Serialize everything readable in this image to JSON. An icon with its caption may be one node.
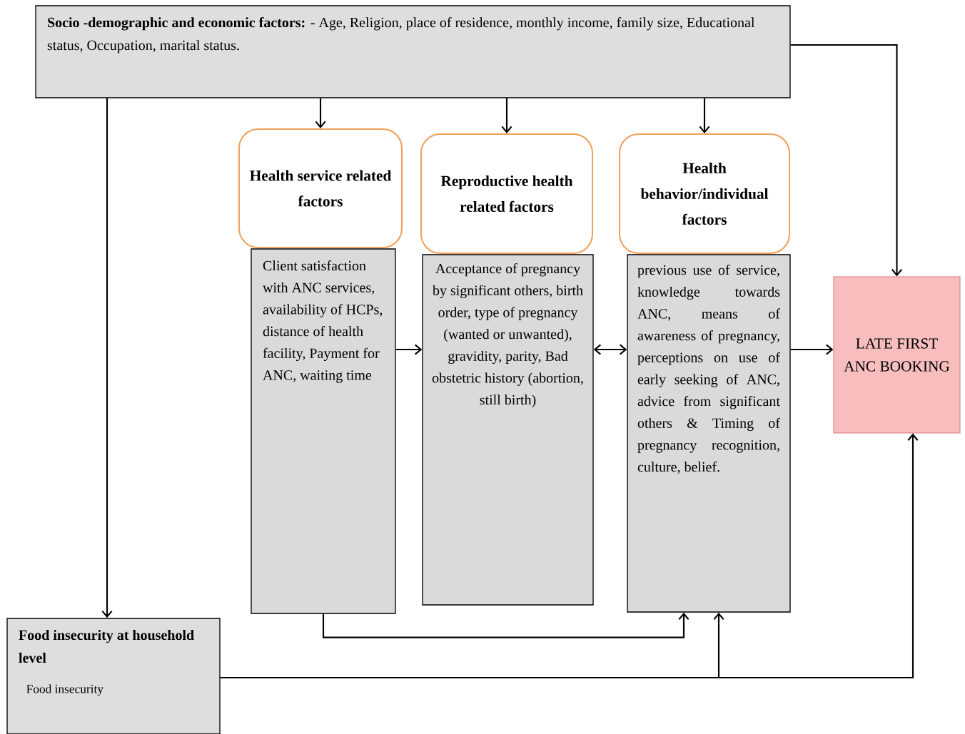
{
  "diagram": {
    "nodes": [
      {
        "text": [
          "**Socio -demographic and economic factors:** - Age, Religion, place of residence, monthly income, family size, Educational status, Occupation, marital status."
        ]
      },
      {
        "text": [
          "Health service related factors"
        ]
      },
      {
        "text": [
          "Reproductive health related factors"
        ]
      },
      {
        "text": [
          "Health behavior/individual factors"
        ]
      },
      {
        "text": [
          "Client satisfaction with ANC services, availability of HCPs, distance of health facility, Payment for ANC, waiting time"
        ]
      },
      {
        "text": [
          "Acceptance of pregnancy by significant others, birth order, type of pregnancy (wanted or unwanted), gravidity, parity, Bad obstetric history (abortion, still birth)"
        ]
      },
      {
        "text": [
          "previous use of service, knowledge towards ANC, means of awareness of pregnancy, perceptions on use of early seeking of ANC, advice from significant others & Timing of pregnancy recognition, culture, belief."
        ]
      },
      {
        "text": [
          "LATE FIRST ANC BOOKING"
        ]
      },
      {
        "text": [
          "Food insecurity at household level",
          "Food insecurity"
        ]
      }
    ],
    "edges": [
      {
        "from": 0,
        "to": 1,
        "arrow": "to"
      },
      {
        "from": 0,
        "to": 2,
        "arrow": "to"
      },
      {
        "from": 0,
        "to": 3,
        "arrow": "to"
      },
      {
        "from": 0,
        "to": 7,
        "arrow": "to"
      },
      {
        "from": 0,
        "to": 8,
        "arrow": "to"
      },
      {
        "from": 4,
        "to": 5,
        "arrow": "to"
      },
      {
        "from": 5,
        "to": 6,
        "arrow": "both"
      },
      {
        "from": 6,
        "to": 7,
        "arrow": "to"
      },
      {
        "from": 4,
        "to": 6,
        "arrow": "to"
      },
      {
        "from": 8,
        "to": 6,
        "arrow": "to"
      },
      {
        "from": 8,
        "to": 7,
        "arrow": "to"
      }
    ]
  }
}
